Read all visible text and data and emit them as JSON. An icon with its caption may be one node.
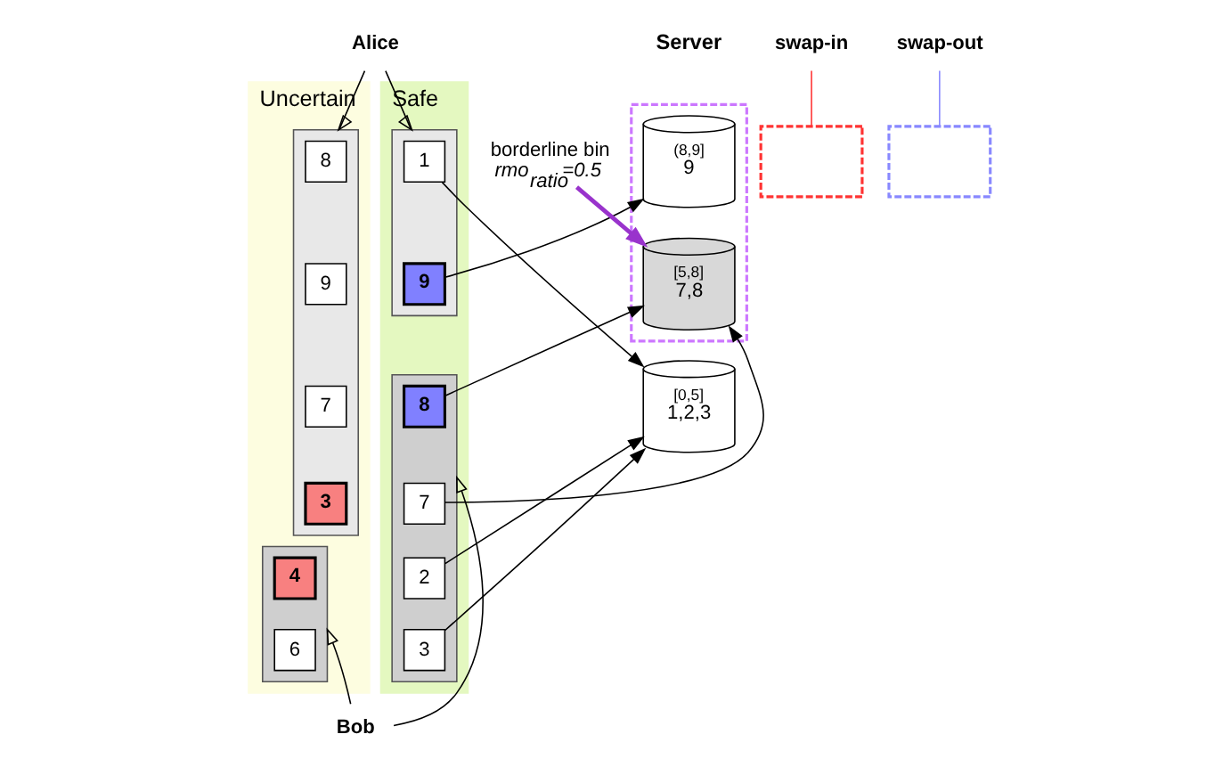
{
  "diagram": {
    "nodes": [
      {
        "text": [
          "Alice"
        ]
      },
      {
        "text": [
          "Uncertain"
        ]
      },
      {
        "text": [],
        "shape": "box",
        "in": 1
      },
      {
        "text": [
          "8"
        ],
        "in": 2
      },
      {
        "text": [
          "9"
        ],
        "in": 2
      },
      {
        "text": [
          "7"
        ],
        "in": 2
      },
      {
        "text": [
          "3"
        ],
        "in": 2
      },
      {
        "text": [],
        "shape": "box",
        "in": 1
      },
      {
        "text": [
          "4"
        ],
        "in": 7
      },
      {
        "text": [
          "6"
        ],
        "in": 7
      },
      {
        "text": [
          "Safe"
        ]
      },
      {
        "text": [],
        "shape": "box",
        "in": 10
      },
      {
        "text": [
          "1"
        ],
        "in": 11
      },
      {
        "text": [
          "9"
        ],
        "in": 11
      },
      {
        "text": [],
        "shape": "box",
        "in": 10
      },
      {
        "text": [
          "8"
        ],
        "in": 14
      },
      {
        "text": [
          "7"
        ],
        "in": 14
      },
      {
        "text": [
          "2"
        ],
        "in": 14
      },
      {
        "text": [
          "3"
        ],
        "in": 14
      },
      {
        "text": [
          "Bob"
        ]
      },
      {
        "text": [],
        "shape": "box"
      },
      {
        "text": [
          "(8,9]",
          "9"
        ],
        "in": 20
      },
      {
        "text": [
          "[5,8]",
          "7,8"
        ],
        "in": 20
      },
      {
        "text": [
          "[0,5]",
          "1,2,3"
        ]
      },
      {
        "text": [
          "borderline bin",
          "rmo$_{ratio}$=0.5"
        ]
      },
      {
        "text": [],
        "shape": "box"
      },
      {
        "text": [],
        "shape": "box"
      },
      {
        "text": [
          "swap-in"
        ]
      },
      {
        "text": [
          "swap-out"
        ]
      }
    ],
    "edges": [
      {
        "from": 0,
        "to": 2,
        "arrow": "to"
      },
      {
        "from": 0,
        "to": 11,
        "arrow": "to"
      },
      {
        "from": 19,
        "to": 7,
        "arrow": "to"
      },
      {
        "from": 19,
        "to": 14,
        "arrow": "to"
      },
      {
        "from": 13,
        "to": 21,
        "arrow": "to"
      },
      {
        "from": 12,
        "to": 23,
        "arrow": "to"
      },
      {
        "from": 15,
        "to": 22,
        "arrow": "to"
      },
      {
        "from": 16,
        "to": 22,
        "arrow": "to"
      },
      {
        "from": 17,
        "to": 23,
        "arrow": "to"
      },
      {
        "from": 18,
        "to": 23,
        "arrow": "to"
      },
      {
        "from": 24,
        "to": 22,
        "arrow": "to",
        "style": "thick",
        "color": "#9933cc"
      },
      {
        "from": 27,
        "to": 25,
        "arrow": "none",
        "color": "#ff3333"
      },
      {
        "from": 28,
        "to": 26,
        "arrow": "none",
        "color": "#8888ff"
      }
    ],
    "labels": [
      "Server"
    ]
  }
}
